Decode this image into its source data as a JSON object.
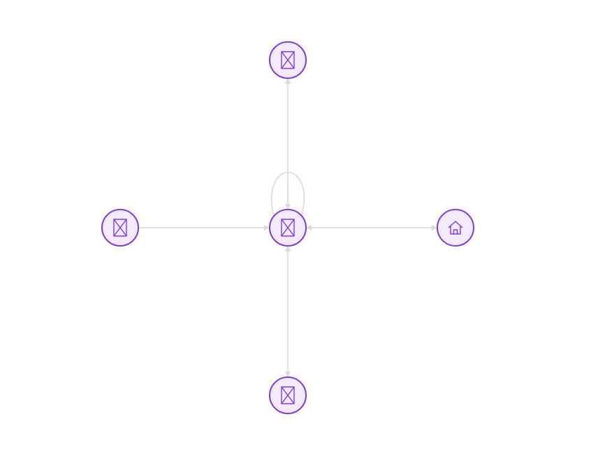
{
  "graph": {
    "colors": {
      "background": "#ffffff",
      "edge": "#d9d9d9",
      "node_fill": "#f3ebfd",
      "node_stroke": "#7c3aed",
      "icon": "#7c3aed"
    },
    "nodes": [
      {
        "id": "center",
        "icon": "image-placeholder-icon"
      },
      {
        "id": "top",
        "icon": "image-placeholder-icon"
      },
      {
        "id": "left",
        "icon": "image-placeholder-icon"
      },
      {
        "id": "right",
        "icon": "home-icon"
      },
      {
        "id": "bottom",
        "icon": "image-placeholder-icon"
      }
    ],
    "edges": [
      {
        "source": "center",
        "target": "top",
        "direction": "forward"
      },
      {
        "source": "left",
        "target": "center",
        "direction": "forward"
      },
      {
        "source": "center",
        "target": "right",
        "direction": "both"
      },
      {
        "source": "center",
        "target": "bottom",
        "direction": "both"
      },
      {
        "source": "center",
        "target": "center",
        "direction": "forward"
      }
    ]
  }
}
